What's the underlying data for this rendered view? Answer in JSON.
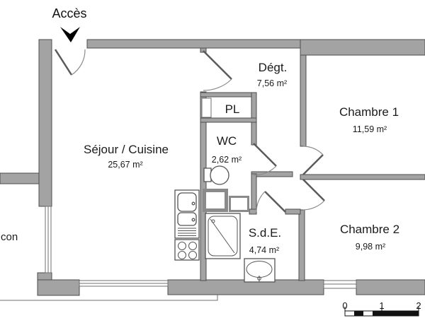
{
  "access": {
    "label": "Accès"
  },
  "balcony": {
    "partial_label": "con"
  },
  "rooms": {
    "sejour": {
      "name": "Séjour / Cuisine",
      "area": "25,67 m²"
    },
    "degt": {
      "name": "Dégt.",
      "area": "7,56 m²"
    },
    "pl": {
      "name": "PL"
    },
    "wc": {
      "name": "WC",
      "area": "2,62 m²"
    },
    "chambre1": {
      "name": "Chambre 1",
      "area": "11,59 m²"
    },
    "chambre2": {
      "name": "Chambre 2",
      "area": "9,98 m²"
    },
    "sde": {
      "name": "S.d.E.",
      "area": "4,74 m²"
    }
  },
  "scale_bar": {
    "tick_0": "0",
    "tick_1": "1",
    "tick_2": "2"
  },
  "colors": {
    "wall_fill": "#a3a3a3",
    "wall_stroke": "#4d4d4d",
    "background": "#ffffff",
    "text": "#1b1b1b",
    "access_arrow": "#000000"
  }
}
